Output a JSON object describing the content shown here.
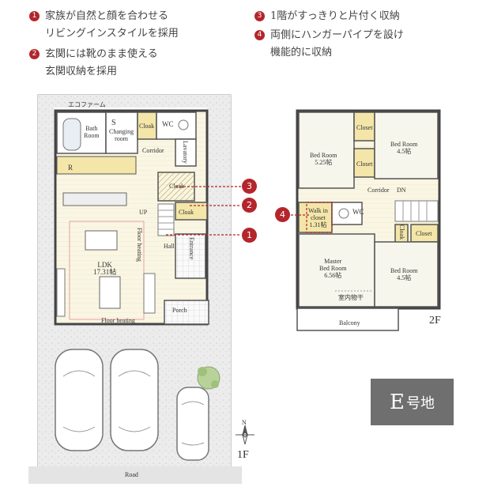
{
  "notes_left": [
    {
      "num": "1",
      "lines": [
        "家族が自然と顔を合わせる",
        "リビングインスタイルを採用"
      ]
    },
    {
      "num": "2",
      "lines": [
        "玄関には靴のまま使える",
        "玄関収納を採用"
      ]
    }
  ],
  "notes_right": [
    {
      "num": "3",
      "lines": [
        "1階がすっきりと片付く収納"
      ]
    },
    {
      "num": "4",
      "lines": [
        "両側にハンガーパイプを設け",
        "機能的に収納"
      ]
    }
  ],
  "floor1": {
    "ecofarm": "エコファーム",
    "bath": "Bath\nRoom",
    "changing": "Changing\nroom",
    "s": "S",
    "cloak_top": "Cloak",
    "wc": "WC",
    "corridor": "Corridor",
    "lavatory": "Lavatory",
    "r": "R",
    "cloak_mid": "Cloak",
    "cloak_entry": "Cloak",
    "up": "UP",
    "floor_heating_v": "Floor heating",
    "entrance": "Entrance",
    "hall": "Hall",
    "ldk": "LDK\n17.31帖",
    "floor_heating": "Floor heating",
    "porch": "Porch",
    "road": "Road",
    "floor_label": "1F",
    "compass": "N"
  },
  "floor2": {
    "bed1": "Bed Room\n5.25帖",
    "bed2": "Bed Room\n4.5帖",
    "closet1": "Closet",
    "closet2": "Closet",
    "corridor": "Corridor",
    "dn": "DN",
    "walkin": "Walk in\ncloset\n1.31帖",
    "wc": "WC",
    "cloak": "Cloak",
    "closet3": "Closet",
    "master": "Master\nBed Room\n6.56帖",
    "bed3": "Bed Room\n4.5帖",
    "roof_dry": "室内物干",
    "balcony": "Balcony",
    "floor_label": "2F"
  },
  "callouts": [
    "3",
    "2",
    "1",
    "4"
  ],
  "badge": {
    "letter": "E",
    "suffix": "号地"
  },
  "colors": {
    "accent": "#b3262b",
    "storage": "#f3e6a8",
    "floor_heating": "#f1c6c6",
    "room_fill": "#f7f6ec"
  }
}
